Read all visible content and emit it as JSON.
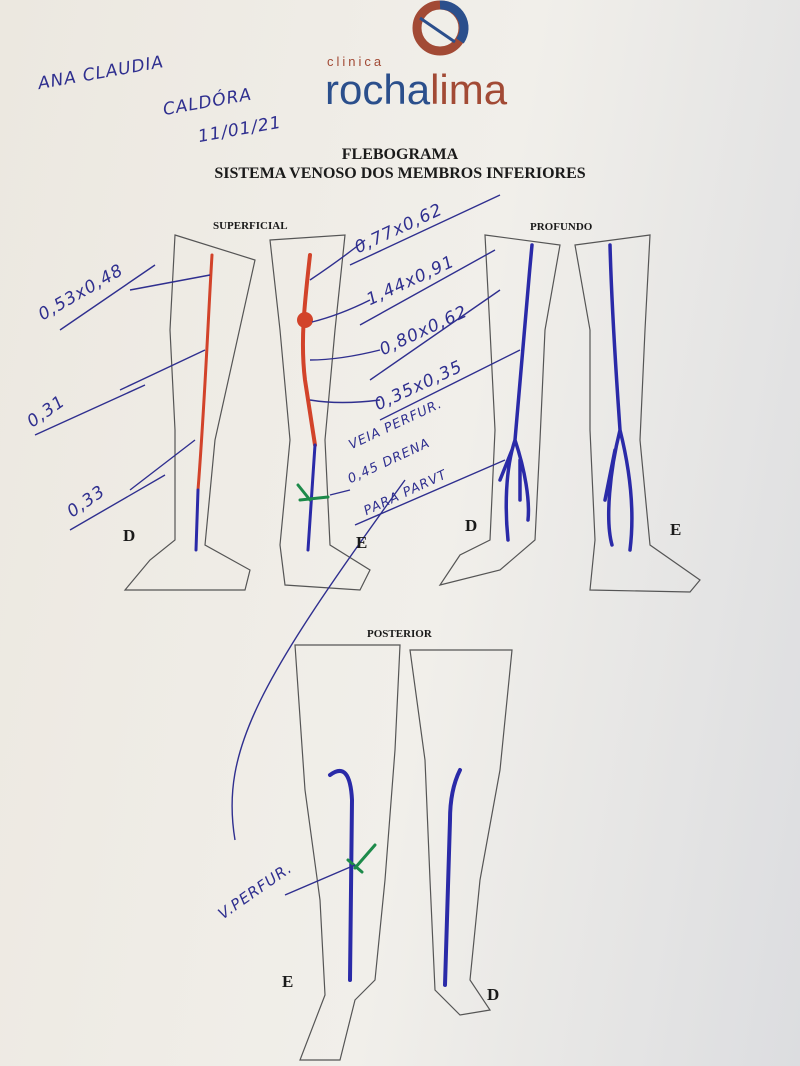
{
  "logo": {
    "prefix": "clinica",
    "name_part1": "rocha",
    "name_part2": "lima",
    "colors": {
      "blue": "#2b4f8c",
      "red": "#a24a35"
    }
  },
  "patient": {
    "name_line1": "ANA CLAUDIA",
    "name_line2": "CALDÓRA",
    "date": "11/01/21"
  },
  "title": {
    "line1": "FLEBOGRAMA",
    "line2": "SISTEMA VENOSO DOS MEMBROS INFERIORES"
  },
  "sections": {
    "superficial": "SUPERFICIAL",
    "profundo": "PROFUNDO",
    "posterior": "POSTERIOR"
  },
  "side_labels": {
    "sup_right": "D",
    "sup_left": "E",
    "deep_right": "D",
    "deep_left": "E",
    "post_left": "E",
    "post_right": "D"
  },
  "annotations": {
    "right_thigh": "0,53x0,48",
    "right_mid": "0,31",
    "right_calf": "0,33",
    "left_1": "0,77x0,62",
    "left_2": "1,44x0,91",
    "left_3": "0,80x0,62",
    "left_4": "0,35x0,35",
    "perf_1": "VEIA PERFUR.",
    "perf_2": "0,45 DRENA",
    "perf_3": "PARA PARVT",
    "posterior_perf": "V.PERFUR."
  },
  "colors": {
    "ink_blue": "#2f2f8f",
    "vein_blue": "#2a2aa8",
    "vein_red": "#d2432a",
    "green": "#1d8a4a"
  }
}
